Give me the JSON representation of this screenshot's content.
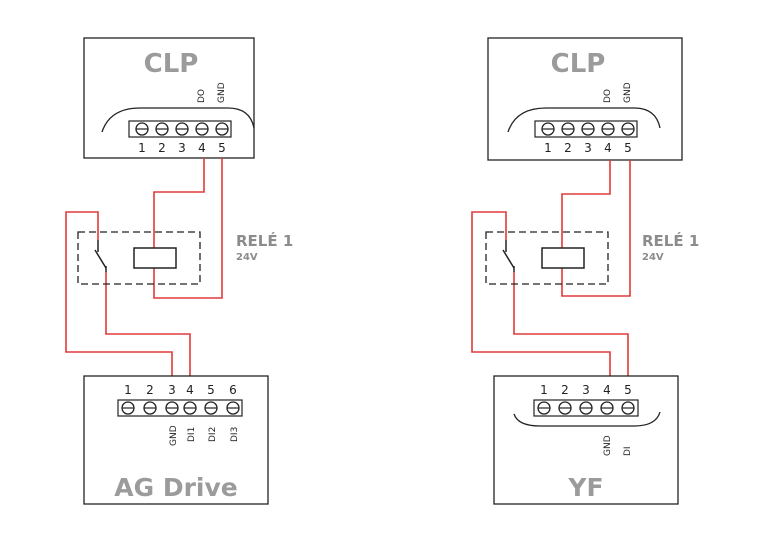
{
  "diagrams": [
    {
      "plc_title": "CLP",
      "plc_pin_labels": [
        "DO",
        "GND"
      ],
      "plc_terminals": [
        "1",
        "2",
        "3",
        "4",
        "5"
      ],
      "relay_name": "RELÉ 1",
      "relay_voltage": "24V",
      "device_title": "AG Drive",
      "device_terminals": [
        "1",
        "2",
        "3",
        "4",
        "5",
        "6"
      ],
      "device_pin_labels": [
        "GND",
        "DI1",
        "DI2",
        "DI3"
      ]
    },
    {
      "plc_title": "CLP",
      "plc_pin_labels": [
        "DO",
        "GND"
      ],
      "plc_terminals": [
        "1",
        "2",
        "3",
        "4",
        "5"
      ],
      "relay_name": "RELÉ 1",
      "relay_voltage": "24V",
      "device_title": "YF",
      "device_terminals": [
        "1",
        "2",
        "3",
        "4",
        "5"
      ],
      "device_pin_labels": [
        "GND",
        "DI"
      ]
    }
  ],
  "colors": {
    "wire": "#e23a3a",
    "title": "#9b9b9b",
    "relay_label": "#8c8c8c"
  }
}
